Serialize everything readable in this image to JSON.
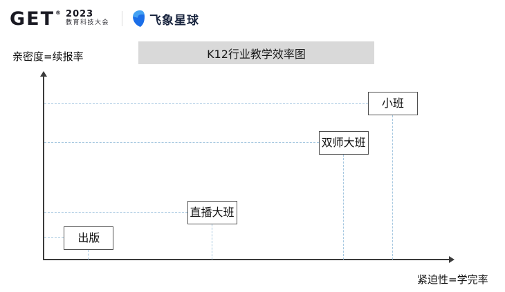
{
  "header": {
    "get_logo": {
      "word": "GET",
      "reg": "®",
      "year": "2023",
      "subtitle": "教育科技大会"
    },
    "brand": {
      "name": "飞象星球",
      "icon": "feixiang-elephant-icon"
    }
  },
  "chart": {
    "title": "K12行业教学效率图",
    "y_axis_label": "亲密度=续报率",
    "x_axis_label": "紧迫性=学完率"
  },
  "chart_data": {
    "type": "scatter",
    "title": "K12行业教学效率图",
    "xlabel": "紧迫性=学完率",
    "ylabel": "亲密度=续报率",
    "xlim": [
      0,
      1
    ],
    "ylim": [
      0,
      1
    ],
    "legend": "none",
    "grid": "dashed leader lines from each point to both axes",
    "points": [
      {
        "label": "出版",
        "x": 0.11,
        "y": 0.12
      },
      {
        "label": "直播大班",
        "x": 0.41,
        "y": 0.26
      },
      {
        "label": "双师大班",
        "x": 0.73,
        "y": 0.65
      },
      {
        "label": "小班",
        "x": 0.85,
        "y": 0.87
      }
    ]
  },
  "colors": {
    "background": "#ffffff",
    "title_bar_bg": "#d9d9d9",
    "axis": "#3b3b3b",
    "dashed_leader": "#a5c7e0",
    "box_border": "#4f4f4f",
    "brand_blue_light": "#43a1f2",
    "brand_blue_dark": "#1b6ee8",
    "brand_text": "#17233d",
    "text": "#1a1a1a"
  }
}
